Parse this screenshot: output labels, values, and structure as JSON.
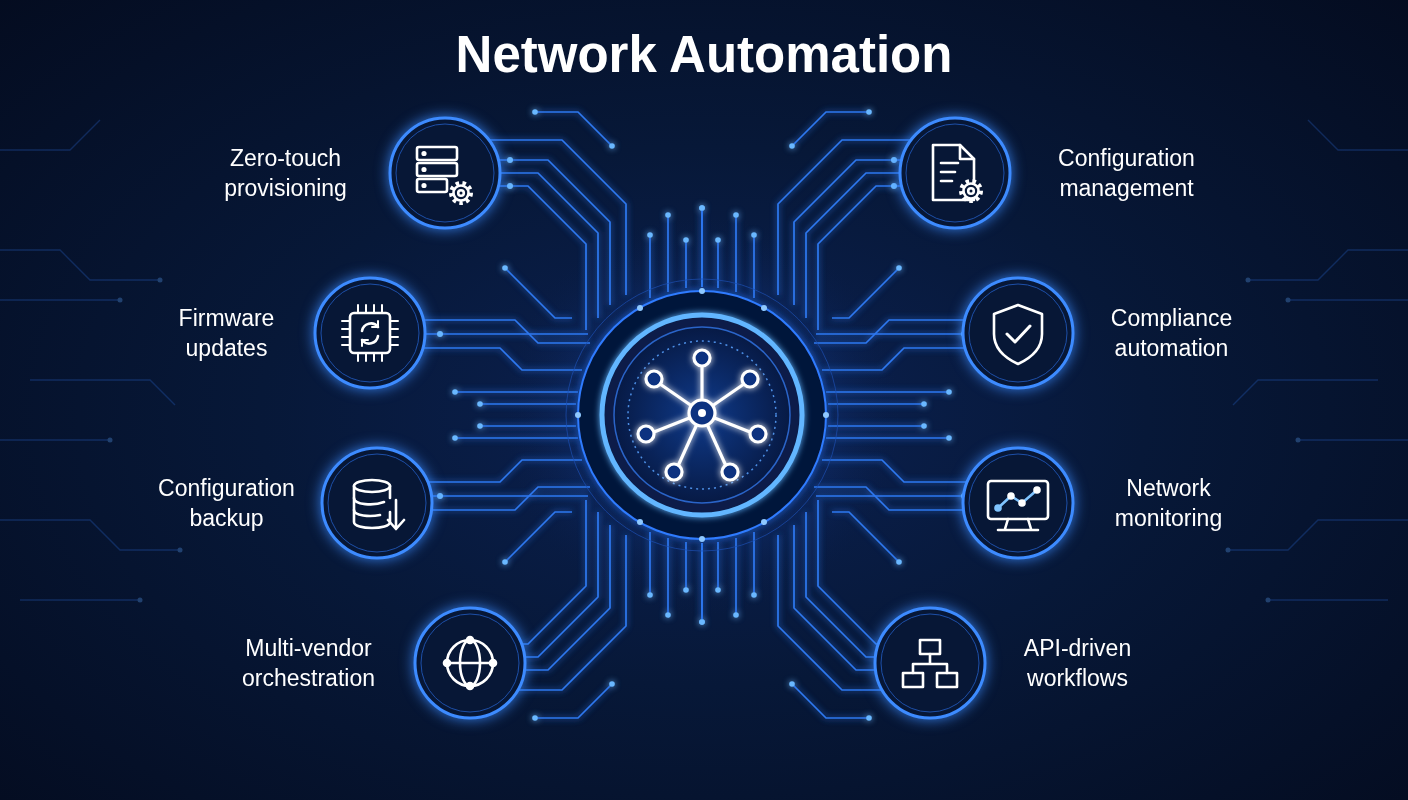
{
  "diagram": {
    "title": "Network Automation",
    "nodes": [
      {
        "text": [
          "Zero-touch provisioning"
        ]
      },
      {
        "text": [
          "Configuration management"
        ]
      },
      {
        "text": [
          "Firmware updates"
        ]
      },
      {
        "text": [
          "Compliance automation"
        ]
      },
      {
        "text": [
          "Configuration backup"
        ]
      },
      {
        "text": [
          "Network monitoring"
        ]
      },
      {
        "text": [
          "Multi-vendor orchestration"
        ]
      },
      {
        "text": [
          "API-driven workflows"
        ]
      }
    ]
  }
}
